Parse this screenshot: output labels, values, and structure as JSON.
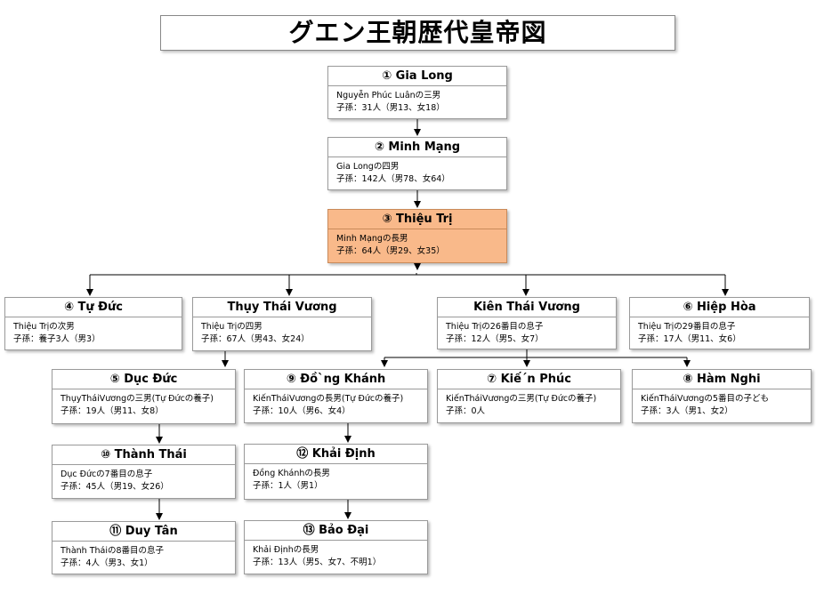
{
  "title": "グエン王朝歴代皇帝図",
  "nodes": {
    "gialong": {
      "name": "① Gia Long",
      "line1": "Nguyễn Phúc Luânの三男",
      "line2": "子孫：31人（男13、女18）"
    },
    "minhmang": {
      "name": "② Minh Mạng",
      "line1": "Gia Longの四男",
      "line2": "子孫：142人（男78、女64）"
    },
    "thieutri": {
      "name": "③ Thiệu Trị",
      "line1": "Minh Mạngの長男",
      "line2": "子孫：64人（男29、女35）"
    },
    "tuduc": {
      "name": "④ Tự Đức",
      "line1": "Thiệu Trịの次男",
      "line2": "子孫：養子3人（男3）"
    },
    "thuythai": {
      "name": "Thụy Thái Vương",
      "line1": "Thiệu Trịの四男",
      "line2": "子孫：67人（男43、女24）"
    },
    "kienthai": {
      "name": "Kiên Thái Vương",
      "line1": "Thiệu Trịの26番目の息子",
      "line2": "子孫：12人（男5、女7）"
    },
    "hiephoa": {
      "name": "⑥ Hiệp Hòa",
      "line1": "Thiệu Trịの29番目の息子",
      "line2": "子孫：17人（男11、女6）"
    },
    "ducduc": {
      "name": "⑤ Dục Đức",
      "line1": "ThụyTháiVươngの三男(Tự Đứcの養子)",
      "line2": "子孫：19人（男11、女8）"
    },
    "dongkhanh": {
      "name": "⑨ Đồ`ng Khánh",
      "line1": "KiếnTháiVươngの長男(Tự Đứcの養子)",
      "line2": "子孫：10人（男6、女4）"
    },
    "kienphuc": {
      "name": "⑦ Kiế´n Phúc",
      "line1": "KiếnTháiVươngの三男(Tự Đứcの養子)",
      "line2": "子孫：0人"
    },
    "hamnghi": {
      "name": "⑧ Hàm Nghi",
      "line1": "KiếnTháiVươngの5番目の子ども",
      "line2": "子孫：3人（男1、女2）"
    },
    "thanhthai": {
      "name": "⑩ Thành Thái",
      "line1": "Dục Đứcの7番目の息子",
      "line2": "子孫：45人（男19、女26）"
    },
    "khaidinh": {
      "name": "⑫ Khải Định",
      "line1": "Đồng Khánhの長男",
      "line2": "子孫：1人（男1）"
    },
    "duytan": {
      "name": "⑪ Duy Tân",
      "line1": "Thành Tháiの8番目の息子",
      "line2": "子孫：4人（男3、女1）"
    },
    "baodai": {
      "name": "⑬ Bảo Đại",
      "line1": "Khải Địnhの長男",
      "line2": "子孫：13人（男5、女7、不明1）"
    }
  },
  "highlight_color": "#f9b98a"
}
